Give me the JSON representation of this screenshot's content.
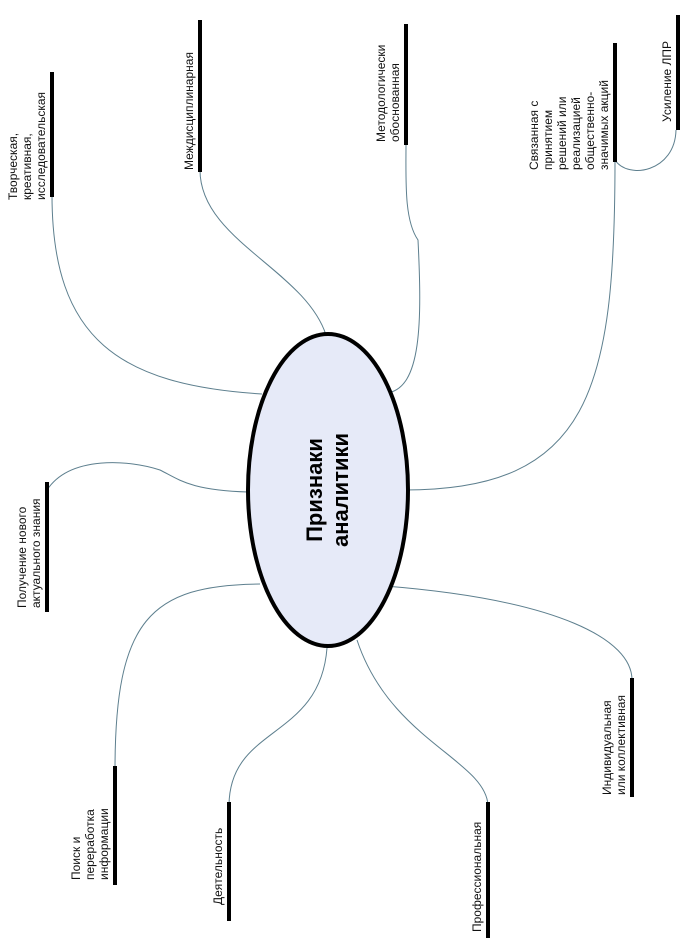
{
  "center": {
    "line1": "Признаки",
    "line2": "аналитики"
  },
  "branches": {
    "creative": [
      "Творческая,",
      "креативная,",
      "исследовательская"
    ],
    "interdisciplinary": [
      "Междисциплинарная"
    ],
    "methodological": [
      "Методологически",
      "обоснованная"
    ],
    "decision": [
      "Связанная с",
      "принятием",
      "решений или",
      "реализацией",
      "общественно-",
      "значимых акций"
    ],
    "lpr": [
      "Усиление ЛПР"
    ],
    "knowledge": [
      "Получение нового",
      "актуального знания"
    ],
    "search": [
      "Поиск и",
      "переработка",
      "информации"
    ],
    "activity": [
      "Деятельность"
    ],
    "professional": [
      "Профессиональная"
    ],
    "individual": [
      "Индивидуальная",
      "или коллективная"
    ]
  }
}
